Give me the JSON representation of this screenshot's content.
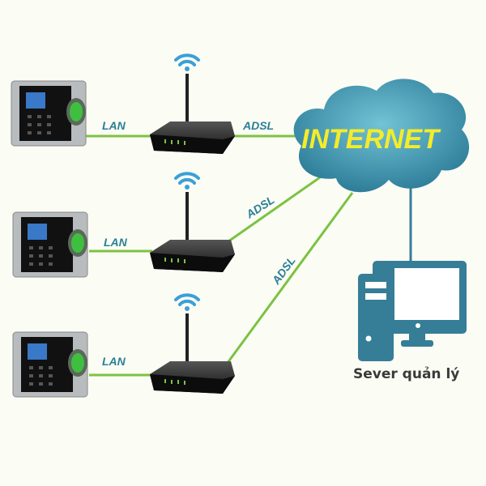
{
  "diagram": {
    "cloud_label": "INTERNET",
    "server_label": "Sever quản lý",
    "branches": [
      {
        "lan_label": "LAN",
        "adsl_label": "ADSL"
      },
      {
        "lan_label": "LAN",
        "adsl_label": "ADSL"
      },
      {
        "lan_label": "LAN",
        "adsl_label": "ADSL"
      }
    ],
    "colors": {
      "link": "#7cc242",
      "cloud": "#3f93ad",
      "server": "#367d97",
      "text_label": "#2a7f96",
      "internet_text": "#f4ec2a"
    }
  }
}
